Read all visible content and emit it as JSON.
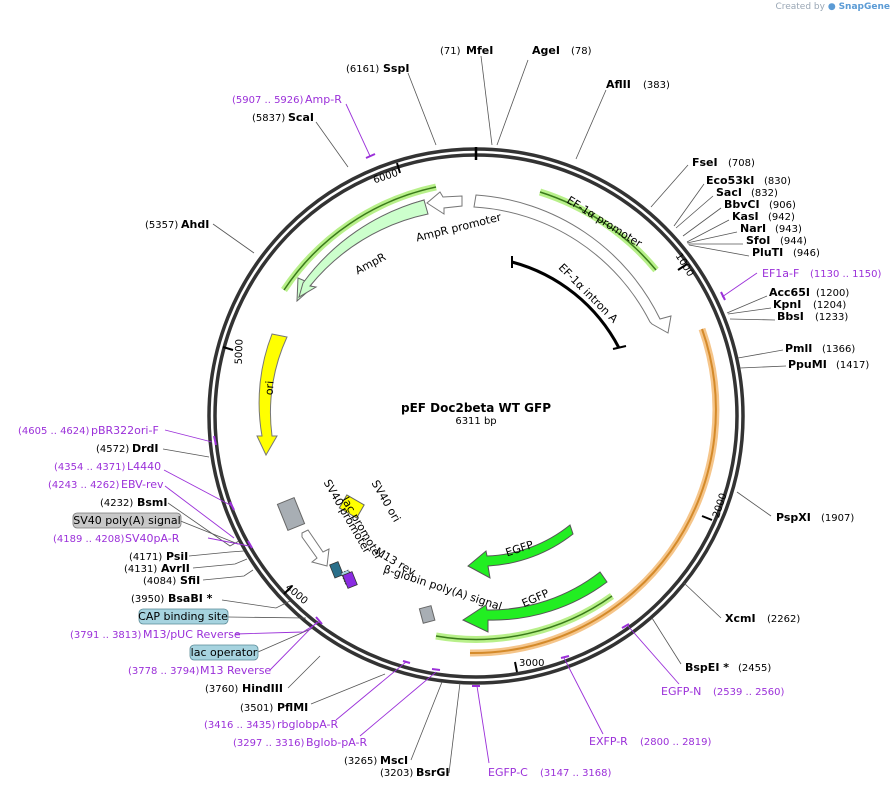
{
  "watermark": {
    "prefix": "Created by",
    "brand": "SnapGene"
  },
  "plasmid": {
    "name": "pEF Doc2beta WT GFP",
    "length_label": "6311 bp"
  },
  "ticks": [
    "1000",
    "2000",
    "3000",
    "4000",
    "5000",
    "6000"
  ],
  "enzymes": [
    {
      "pos": "(71)",
      "name": "MfeI"
    },
    {
      "name": "AgeI",
      "pos": "(78)"
    },
    {
      "name": "AflII",
      "pos": "(383)"
    },
    {
      "name": "FseI",
      "pos": "(708)"
    },
    {
      "name": "Eco53kI",
      "pos": "(830)"
    },
    {
      "name": "SacI",
      "pos": "(832)"
    },
    {
      "name": "BbvCI",
      "pos": "(906)"
    },
    {
      "name": "KasI",
      "pos": "(942)"
    },
    {
      "name": "NarI",
      "pos": "(943)"
    },
    {
      "name": "SfoI",
      "pos": "(944)"
    },
    {
      "name": "PluTI",
      "pos": "(946)"
    },
    {
      "name": "Acc65I",
      "pos": "(1200)"
    },
    {
      "name": "KpnI",
      "pos": "(1204)"
    },
    {
      "name": "BbsI",
      "pos": "(1233)"
    },
    {
      "name": "PmlI",
      "pos": "(1366)"
    },
    {
      "name": "PpuMI",
      "pos": "(1417)"
    },
    {
      "name": "PspXI",
      "pos": "(1907)"
    },
    {
      "name": "XcmI",
      "pos": "(2262)"
    },
    {
      "name": "BspEI *",
      "pos": "(2455)"
    },
    {
      "pos": "(3265)",
      "name": "MscI"
    },
    {
      "pos": "(3203)",
      "name": "BsrGI"
    },
    {
      "pos": "(3501)",
      "name": "PflMI"
    },
    {
      "pos": "(3760)",
      "name": "HindIII"
    },
    {
      "pos": "(3950)",
      "name": "BsaBI *"
    },
    {
      "pos": "(4084)",
      "name": "SfiI"
    },
    {
      "pos": "(4131)",
      "name": "AvrII"
    },
    {
      "pos": "(4171)",
      "name": "PsiI"
    },
    {
      "pos": "(4232)",
      "name": "BsmI"
    },
    {
      "pos": "(4572)",
      "name": "DrdI"
    },
    {
      "pos": "(5357)",
      "name": "AhdI"
    },
    {
      "pos": "(5837)",
      "name": "ScaI"
    },
    {
      "pos": "(6161)",
      "name": "SspI"
    }
  ],
  "primers": [
    {
      "pos": "(5907 .. 5926)",
      "name": "Amp-R"
    },
    {
      "name": "EF1a-F",
      "pos": "(1130 .. 1150)"
    },
    {
      "name": "EGFP-N",
      "pos": "(2539 .. 2560)"
    },
    {
      "name": "EXFP-R",
      "pos": "(2800 .. 2819)"
    },
    {
      "name": "EGFP-C",
      "pos": "(3147 .. 3168)"
    },
    {
      "pos": "(3297 .. 3316)",
      "name": "Bglob-pA-R"
    },
    {
      "pos": "(3416 .. 3435)",
      "name": "rbglobpA-R"
    },
    {
      "pos": "(3778 .. 3794)",
      "name": "M13 Reverse"
    },
    {
      "pos": "(3791 .. 3813)",
      "name": "M13/pUC Reverse"
    },
    {
      "pos": "(4189 .. 4208)",
      "name": "SV40pA-R"
    },
    {
      "pos": "(4243 .. 4262)",
      "name": "EBV-rev"
    },
    {
      "pos": "(4354 .. 4371)",
      "name": "L4440"
    },
    {
      "pos": "(4605 .. 4624)",
      "name": "pBR322ori-F"
    }
  ],
  "boxed_features": [
    {
      "name": "SV40 poly(A) signal",
      "color": "#c0c0c0"
    },
    {
      "name": "CAP binding site",
      "color": "#a6d3df"
    },
    {
      "name": "lac operator",
      "color": "#a6d3df"
    }
  ],
  "features": {
    "ef1a_promoter": "EF-1α promoter",
    "ef1a_intron": "EF-1α intron A",
    "ampr_promoter": "AmpR promoter",
    "ampr": "AmpR",
    "ori": "ori",
    "sv40_ori": "SV40 ori",
    "sv40_promoter": "SV40 promoter",
    "lac_promoter": "lac promoter",
    "m13_rev": "M13 rev",
    "beta_globin": "β-globin poly(A) signal",
    "egfp_1": "EGFP",
    "egfp_2": "EGFP"
  },
  "colors": {
    "backbone": "#333333",
    "primer": "#9b30d9",
    "egfp": "#22ee22",
    "ampr": "#ccffcc",
    "ori": "#ffff00",
    "orange_highlight": "#f5c58a",
    "green_highlight": "#b8f08a",
    "grey_feature": "#a8aeb4"
  }
}
